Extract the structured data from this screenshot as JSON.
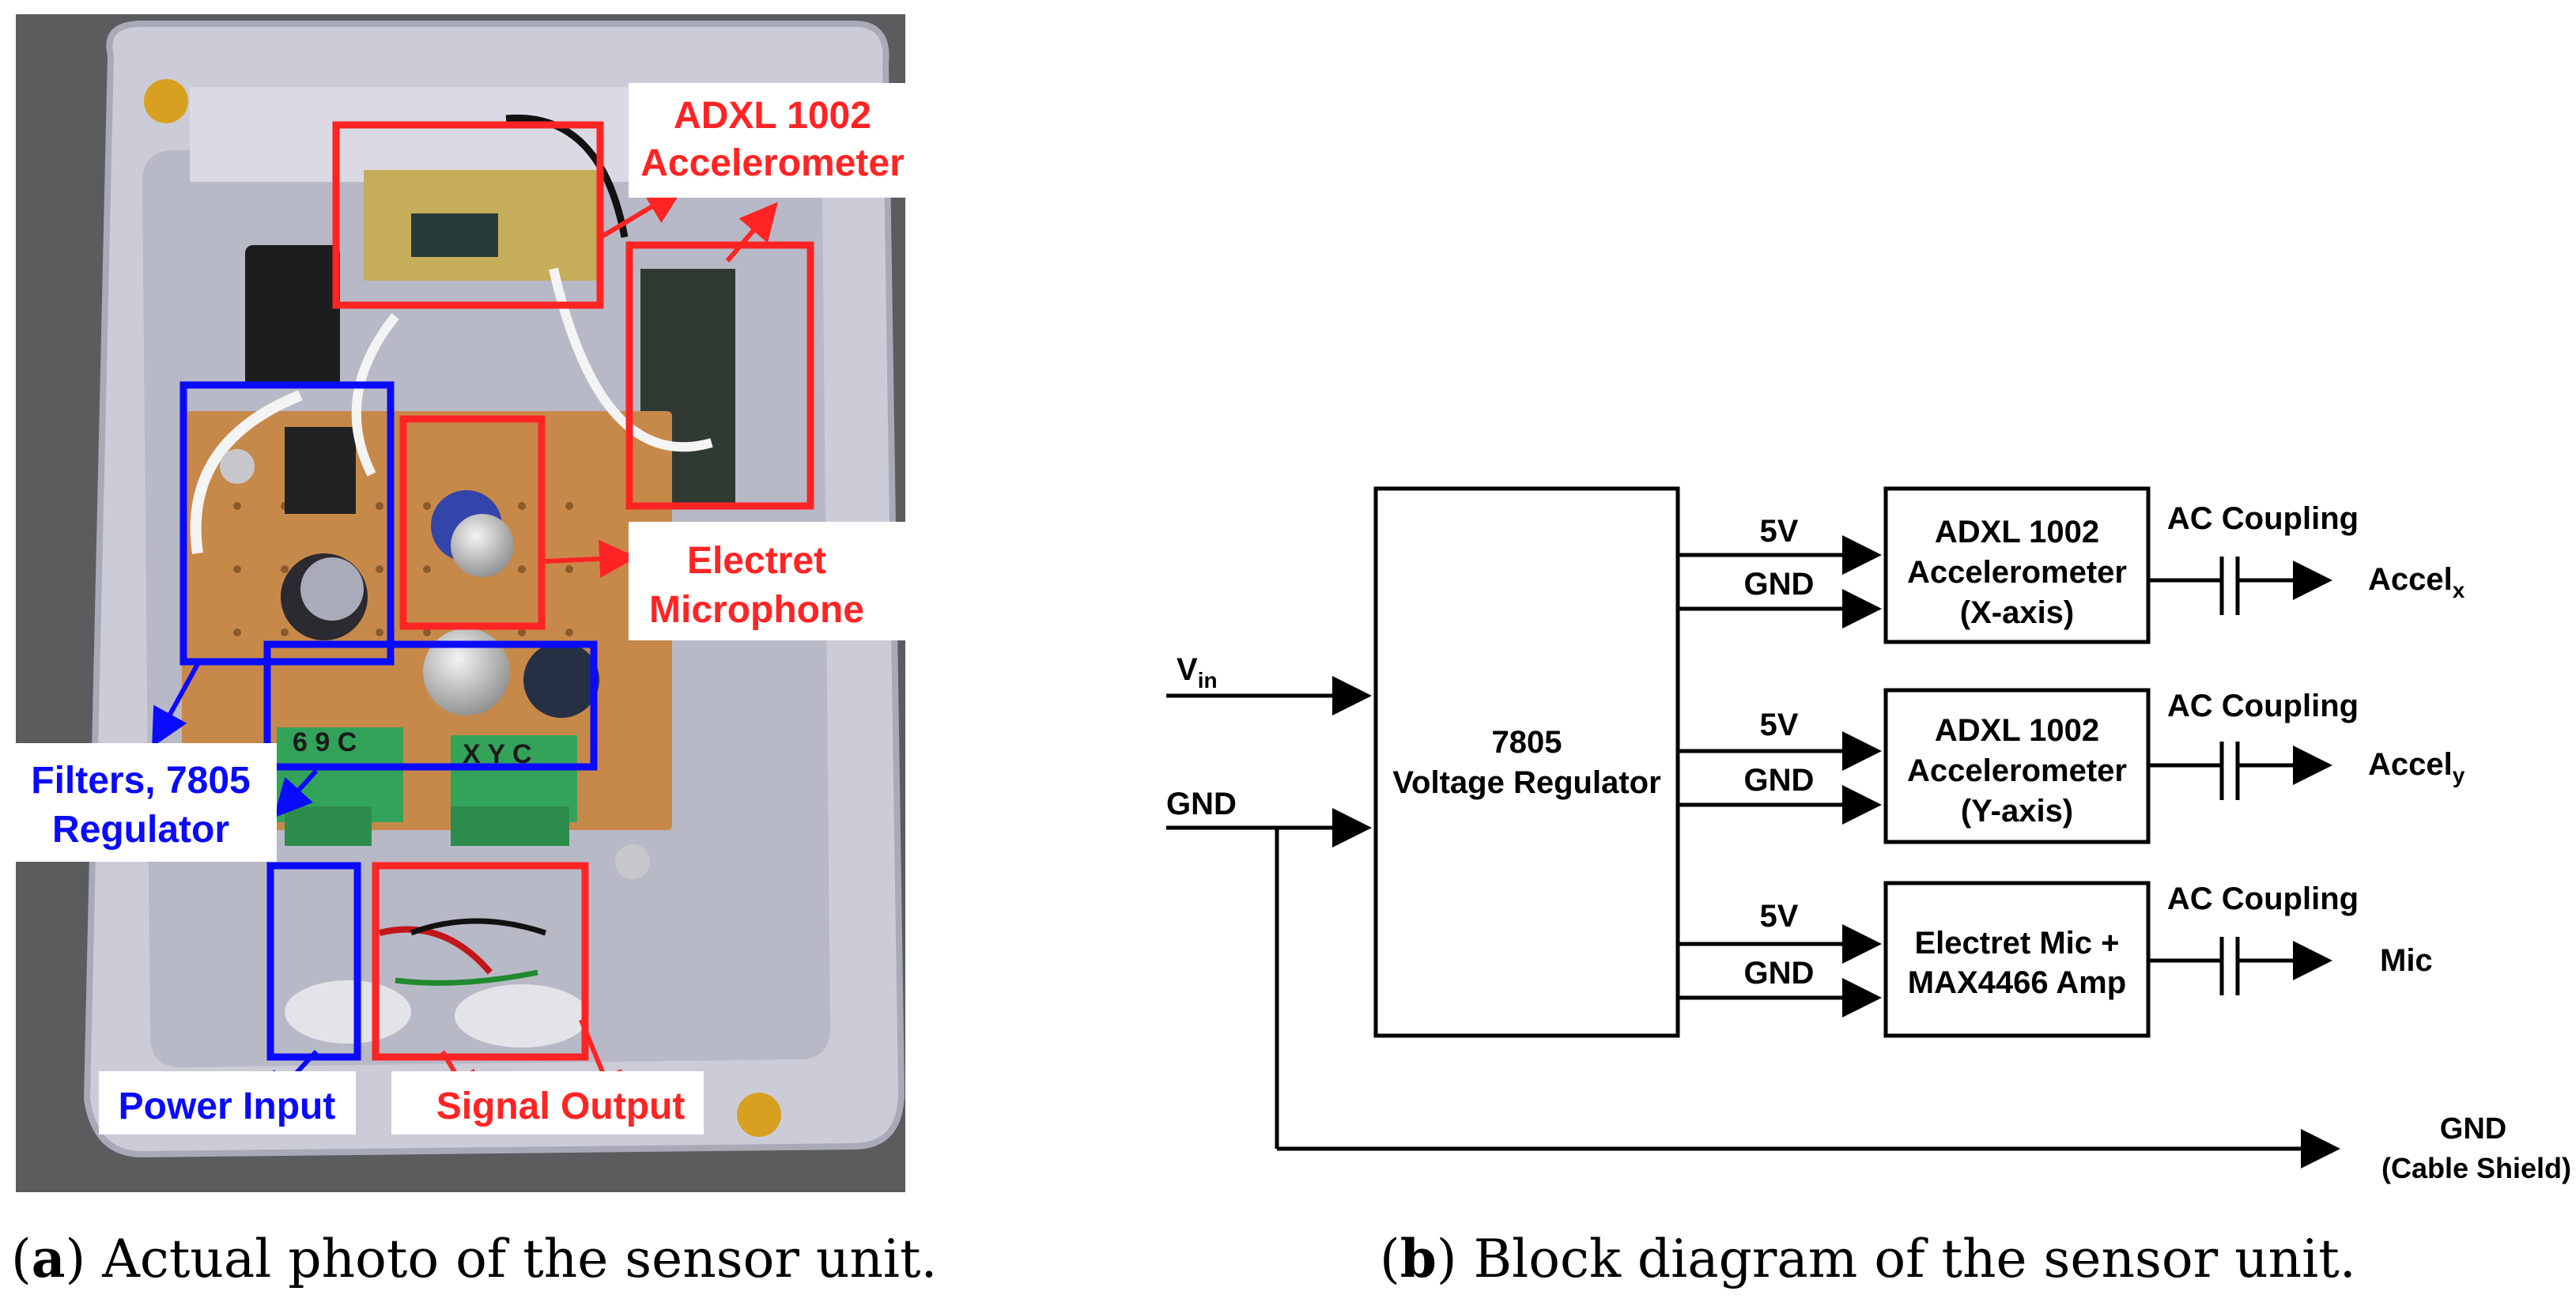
{
  "panel_a": {
    "callouts": {
      "accelerometer": [
        "ADXL 1002",
        "Accelerometer"
      ],
      "microphone": [
        "Electret",
        "Microphone"
      ],
      "filters": [
        "Filters,  7805",
        "Regulator"
      ],
      "power": "Power Input",
      "signal": "Signal Output"
    },
    "terminal_labels": [
      "6 9 C",
      "X Y C"
    ],
    "caption": {
      "letter": "a",
      "text": " Actual photo of the sensor unit."
    },
    "colors": {
      "red": "#ff2424",
      "blue": "#0a0aff"
    }
  },
  "panel_b": {
    "regulator": [
      "7805",
      "Voltage Regulator"
    ],
    "inputs": {
      "vin": "V",
      "vin_sub": "in",
      "gnd": "GND"
    },
    "blocks": [
      {
        "lines": [
          "ADXL 1002",
          "Accelerometer",
          "(X-axis)"
        ],
        "supply": [
          "5V",
          "GND"
        ],
        "coupling": "AC Coupling",
        "output": "Accel",
        "output_sub": "x"
      },
      {
        "lines": [
          "ADXL 1002",
          "Accelerometer",
          "(Y-axis)"
        ],
        "supply": [
          "5V",
          "GND"
        ],
        "coupling": "AC Coupling",
        "output": "Accel",
        "output_sub": "y"
      },
      {
        "lines": [
          "Electret Mic +",
          "MAX4466 Amp"
        ],
        "supply": [
          "5V",
          "GND"
        ],
        "coupling": "AC Coupling",
        "output": "Mic",
        "output_sub": ""
      }
    ],
    "shield": [
      "GND",
      "(Cable Shield)"
    ],
    "caption": {
      "letter": "b",
      "text": " Block diagram of the sensor unit."
    }
  }
}
